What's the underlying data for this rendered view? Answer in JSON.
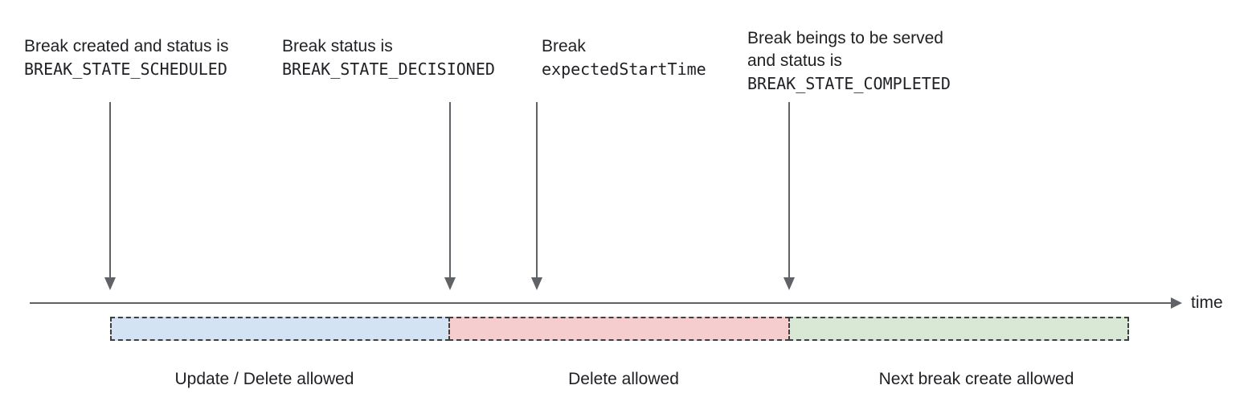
{
  "annotations": [
    {
      "line1": "Break created and status is",
      "line2_mono": "BREAK_STATE_SCHEDULED"
    },
    {
      "line1": "Break status is",
      "line2_mono": "BREAK_STATE_DECISIONED"
    },
    {
      "line1": "Break",
      "line2_mono": "expectedStartTime"
    },
    {
      "line1": "Break beings to be served",
      "line2": "and status is",
      "line3_mono": "BREAK_STATE_COMPLETED"
    }
  ],
  "timeline": {
    "label": "time"
  },
  "segments": [
    {
      "label": "Update / Delete allowed",
      "color": "#d3e3f4"
    },
    {
      "label": "Delete allowed",
      "color": "#f6cdce"
    },
    {
      "label": "Next break create allowed",
      "color": "#d8e8d4"
    }
  ],
  "colors": {
    "text": "#202124",
    "arrow_gray": "#5f6368",
    "segment_border": "#3c4043",
    "segment_blue": "#d3e3f4",
    "segment_pink": "#f6cdce",
    "segment_green": "#d8e8d4"
  }
}
